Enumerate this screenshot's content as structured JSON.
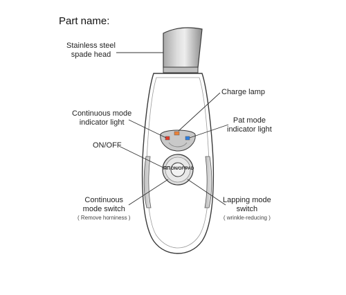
{
  "title": "Part name:",
  "labels": {
    "spade_head": [
      "Stainless steel",
      "spade head"
    ],
    "charge_lamp": "Charge lamp",
    "continuous_indicator": [
      "Continuous mode",
      "indicator light"
    ],
    "pat_indicator": [
      "Pat mode",
      "indicator light"
    ],
    "on_off": "ON/OFF",
    "continuous_switch": [
      "Continuous",
      "mode switch"
    ],
    "continuous_switch_note": "( Remove horniness )",
    "lapping_switch": [
      "Lapping mode",
      "switch"
    ],
    "lapping_switch_note": "( wrinkle-reducing )"
  },
  "buttons": {
    "left": "ΠΠ",
    "center": "ON/OFF",
    "right": "PAD"
  },
  "colors": {
    "outline": "#3a3a3a",
    "metal_light": "#e8e8e8",
    "metal_dark": "#9a9a9a",
    "panel": "#cfcfcf",
    "red_light": "#e23b2a",
    "blue_light": "#2d7fe0",
    "orange_light": "#e9823a"
  }
}
